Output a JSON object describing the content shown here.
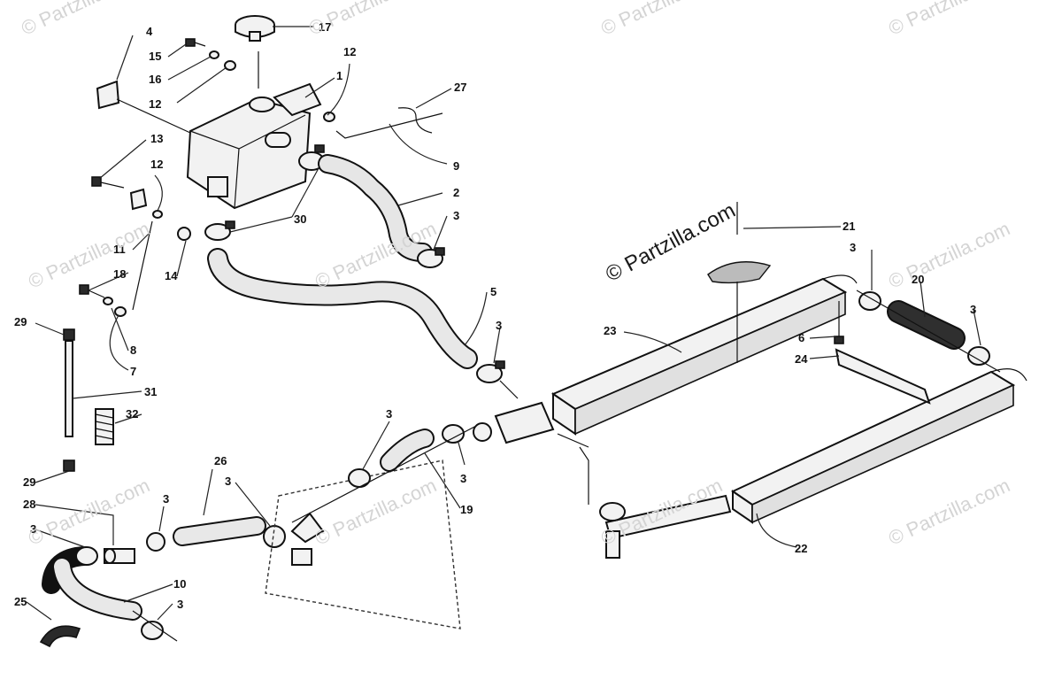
{
  "watermark": {
    "text": "© Partzilla.com",
    "brand_text": "© Partzilla.com"
  },
  "callouts": [
    {
      "id": "c17",
      "label": "17"
    },
    {
      "id": "c4",
      "label": "4"
    },
    {
      "id": "c15",
      "label": "15"
    },
    {
      "id": "c12a",
      "label": "12"
    },
    {
      "id": "c16",
      "label": "16"
    },
    {
      "id": "c1",
      "label": "1"
    },
    {
      "id": "c12b",
      "label": "12"
    },
    {
      "id": "c27",
      "label": "27"
    },
    {
      "id": "c13",
      "label": "13"
    },
    {
      "id": "c12c",
      "label": "12"
    },
    {
      "id": "c9",
      "label": "9"
    },
    {
      "id": "c2",
      "label": "2"
    },
    {
      "id": "c30",
      "label": "30"
    },
    {
      "id": "c3a",
      "label": "3"
    },
    {
      "id": "c11",
      "label": "11"
    },
    {
      "id": "c14",
      "label": "14"
    },
    {
      "id": "c18",
      "label": "18"
    },
    {
      "id": "c29a",
      "label": "29"
    },
    {
      "id": "c8",
      "label": "8"
    },
    {
      "id": "c7",
      "label": "7"
    },
    {
      "id": "c31",
      "label": "31"
    },
    {
      "id": "c32",
      "label": "32"
    },
    {
      "id": "c5",
      "label": "5"
    },
    {
      "id": "c3b",
      "label": "3"
    },
    {
      "id": "c21",
      "label": "21"
    },
    {
      "id": "c3c",
      "label": "3"
    },
    {
      "id": "c20",
      "label": "20"
    },
    {
      "id": "c3d",
      "label": "3"
    },
    {
      "id": "c23",
      "label": "23"
    },
    {
      "id": "c6",
      "label": "6"
    },
    {
      "id": "c24",
      "label": "24"
    },
    {
      "id": "c3e",
      "label": "3"
    },
    {
      "id": "c3f",
      "label": "3"
    },
    {
      "id": "c19",
      "label": "19"
    },
    {
      "id": "c26",
      "label": "26"
    },
    {
      "id": "c3g",
      "label": "3"
    },
    {
      "id": "c3h",
      "label": "3"
    },
    {
      "id": "c29b",
      "label": "29"
    },
    {
      "id": "c28",
      "label": "28"
    },
    {
      "id": "c3i",
      "label": "3"
    },
    {
      "id": "c10",
      "label": "10"
    },
    {
      "id": "c25",
      "label": "25"
    },
    {
      "id": "c3j",
      "label": "3"
    },
    {
      "id": "c22",
      "label": "22"
    }
  ]
}
